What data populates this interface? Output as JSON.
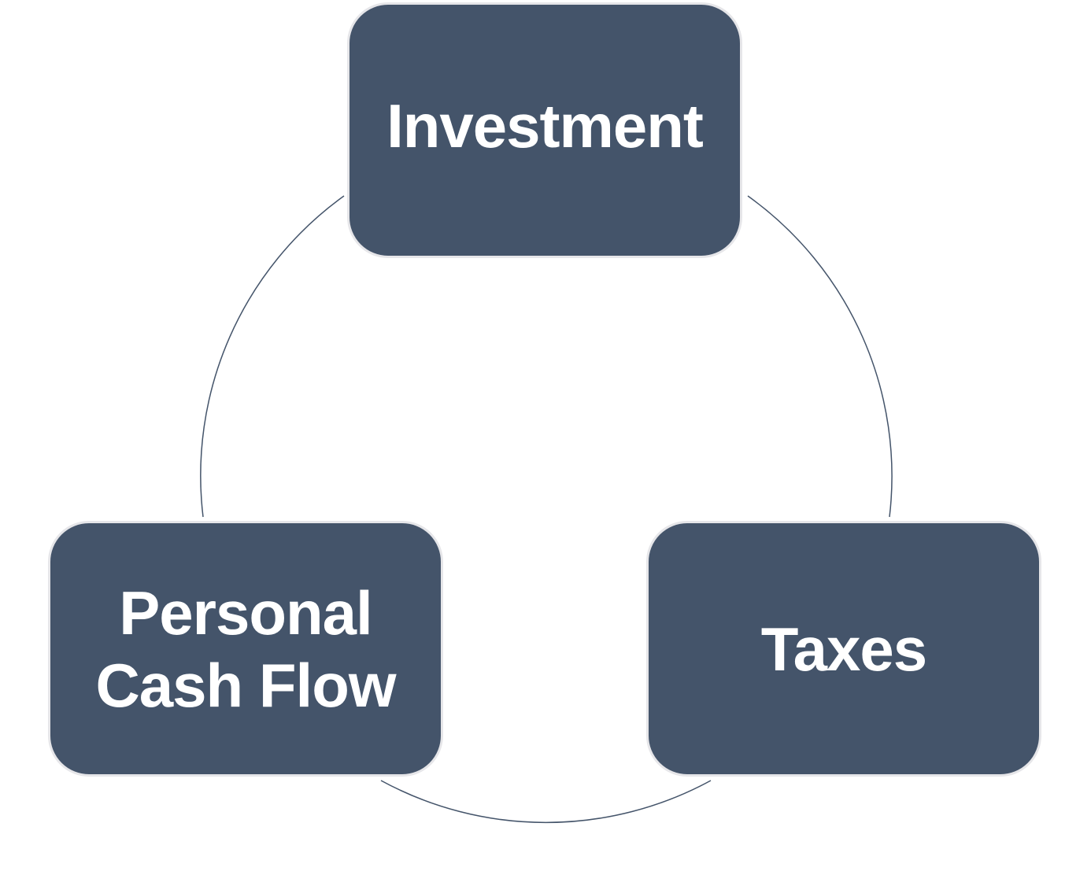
{
  "diagram": {
    "type": "cycle",
    "colors": {
      "node_fill": "#44546a",
      "node_border": "#e6e6e9",
      "connector": "#44546a",
      "label": "#ffffff",
      "background": "#ffffff"
    },
    "nodes": [
      {
        "id": "investment",
        "label": "Investment"
      },
      {
        "id": "taxes",
        "label": "Taxes"
      },
      {
        "id": "personal-cash-flow",
        "label": "Personal\nCash Flow"
      }
    ],
    "edges": [
      {
        "from": "investment",
        "to": "taxes"
      },
      {
        "from": "taxes",
        "to": "personal-cash-flow"
      },
      {
        "from": "personal-cash-flow",
        "to": "investment"
      }
    ]
  }
}
